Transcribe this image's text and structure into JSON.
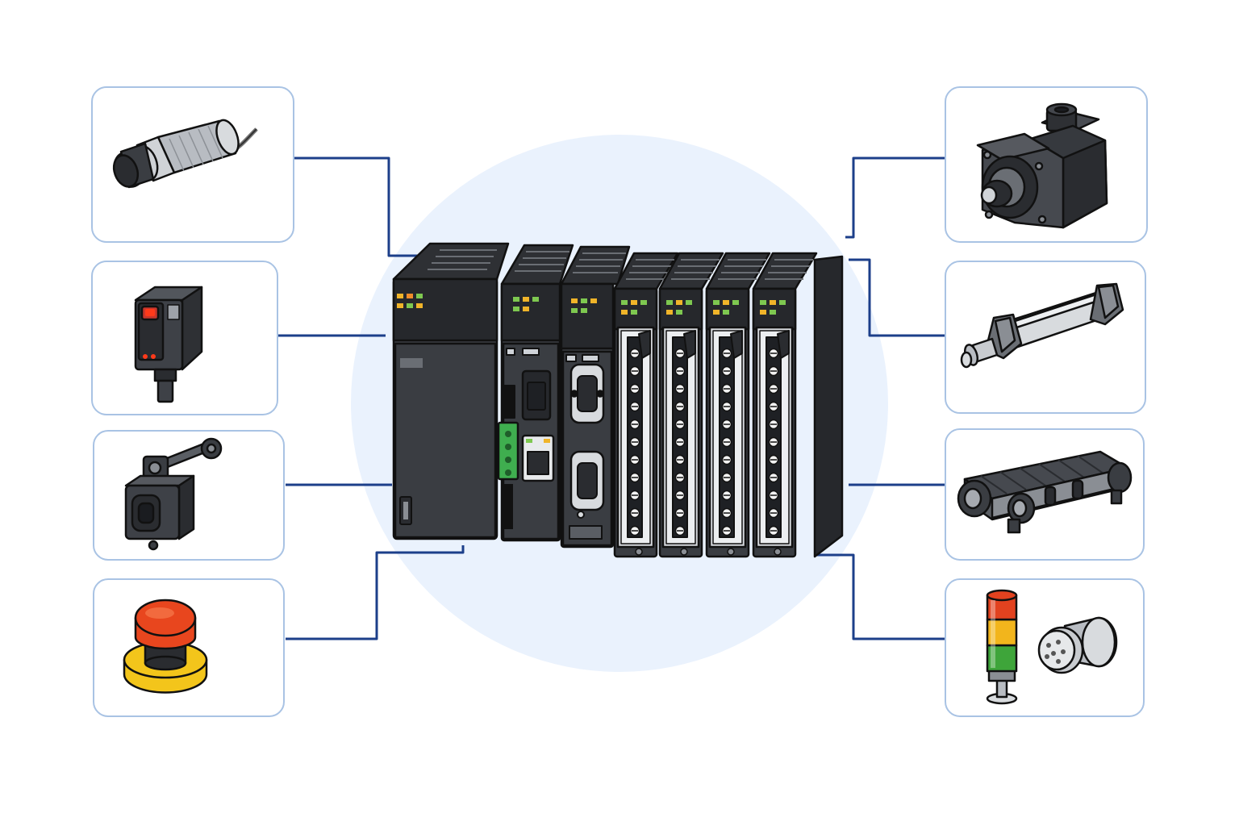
{
  "diagram": {
    "type": "plc-io-connection-diagram",
    "center": {
      "icon": "plc-rack-icon",
      "modules": [
        {
          "kind": "power-supply",
          "leds": [
            "#f0b429",
            "#f08c29",
            "#7ec850",
            "#f0b429",
            "#7ec850",
            "#f0b429"
          ]
        },
        {
          "kind": "cpu",
          "leds": [
            "#7ec850",
            "#f0b429",
            "#7ec850",
            "#7ec850",
            "#f0b429"
          ]
        },
        {
          "kind": "communication",
          "leds": [
            "#f0b429",
            "#7ec850",
            "#f0b429",
            "#7ec850",
            "#7ec850"
          ]
        },
        {
          "kind": "io-module",
          "leds": [
            "#7ec850",
            "#f0b429",
            "#7ec850",
            "#f0b429",
            "#7ec850"
          ]
        },
        {
          "kind": "io-module",
          "leds": [
            "#7ec850",
            "#f0b429",
            "#7ec850",
            "#f0b429",
            "#7ec850"
          ]
        },
        {
          "kind": "io-module",
          "leds": [
            "#7ec850",
            "#f0b429",
            "#7ec850",
            "#f0b429",
            "#7ec850"
          ]
        },
        {
          "kind": "io-module",
          "leds": [
            "#7ec850",
            "#f0b429",
            "#7ec850",
            "#f0b429",
            "#7ec850"
          ]
        }
      ]
    },
    "inputs": [
      {
        "icon": "proximity-sensor-icon"
      },
      {
        "icon": "photoelectric-sensor-icon"
      },
      {
        "icon": "limit-switch-icon"
      },
      {
        "icon": "emergency-stop-button-icon"
      }
    ],
    "outputs": [
      {
        "icon": "servo-motor-icon"
      },
      {
        "icon": "pneumatic-cylinder-icon"
      },
      {
        "icon": "conveyor-icon"
      },
      {
        "icon": "stack-light-and-buzzer-icon"
      }
    ]
  },
  "colors": {
    "connector_line": "#1c3f8a",
    "card_border": "#a9c3e4",
    "halo": "#eaf2fd",
    "module_body": "#3a3d42",
    "module_dark": "#26282c",
    "outline": "#111111",
    "estop_red": "#e8461e",
    "estop_yellow": "#f3c51b",
    "sensor_led": "#ff3a1a",
    "stack_red": "#e2421f",
    "stack_yellow": "#f2b51c",
    "stack_green": "#3ea53a",
    "terminal_green": "#3fae4f"
  }
}
